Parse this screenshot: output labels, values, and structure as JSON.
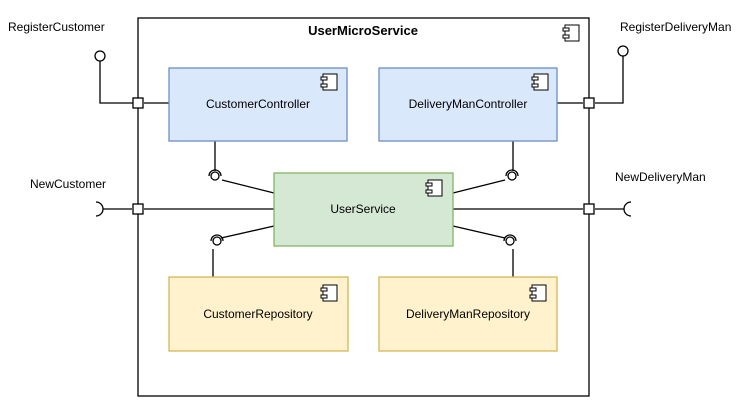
{
  "diagram": {
    "container": {
      "title": "UserMicroService"
    },
    "components": {
      "customer_controller": {
        "label": "CustomerController",
        "fill": "#dae8fc",
        "stroke": "#6c8ebf"
      },
      "delivery_man_controller": {
        "label": "DeliveryManController",
        "fill": "#dae8fc",
        "stroke": "#6c8ebf"
      },
      "user_service": {
        "label": "UserService",
        "fill": "#d5e8d4",
        "stroke": "#82b366"
      },
      "customer_repository": {
        "label": "CustomerRepository",
        "fill": "#fff2cc",
        "stroke": "#d6b656"
      },
      "delivery_man_repository": {
        "label": "DeliveryManRepository",
        "fill": "#fff2cc",
        "stroke": "#d6b656"
      }
    },
    "interfaces": {
      "register_customer": {
        "label": "RegisterCustomer"
      },
      "register_delivery_man": {
        "label": "RegisterDeliveryMan"
      },
      "new_customer": {
        "label": "NewCustomer"
      },
      "new_delivery_man": {
        "label": "NewDeliveryMan"
      }
    }
  }
}
